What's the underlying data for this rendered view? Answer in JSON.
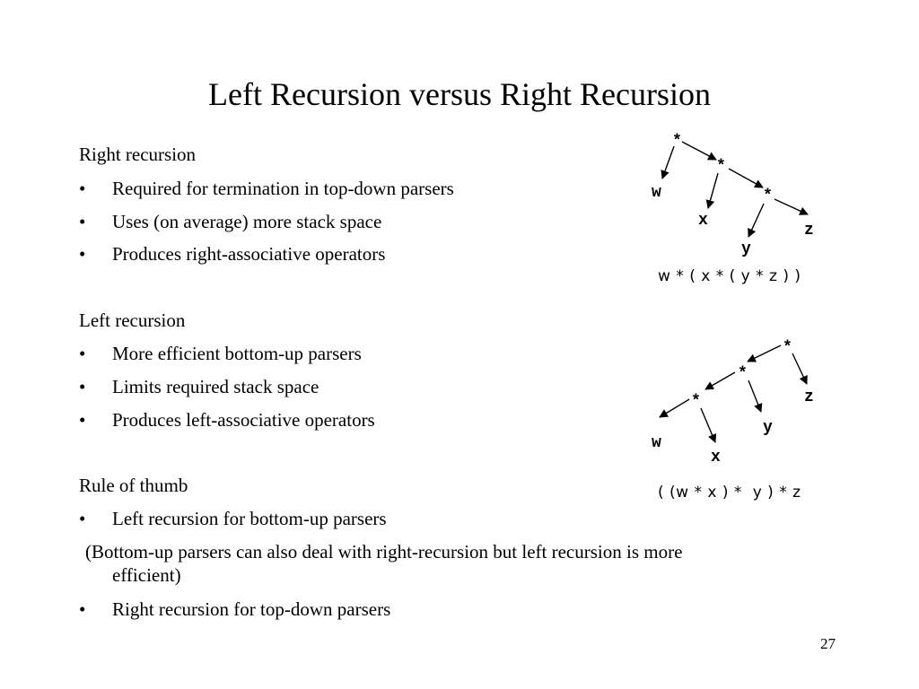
{
  "slide": {
    "title": "Left Recursion versus Right Recursion",
    "page_number": "27"
  },
  "right_recursion": {
    "heading": "Right recursion",
    "bullets": [
      "Required for termination in top-down parsers",
      "Uses (on average) more stack space",
      "Produces right-associative operators"
    ]
  },
  "left_recursion": {
    "heading": "Left recursion",
    "bullets": [
      "More efficient bottom-up parsers",
      "Limits required stack space",
      "Produces left-associative operators"
    ]
  },
  "rule_of_thumb": {
    "heading": "Rule of thumb",
    "bullet_1": "Left recursion for bottom-up parsers",
    "note": "(Bottom-up parsers can also deal with right-recursion but left recursion is more",
    "note_cont": "efficient)",
    "bullet_2": "Right recursion for top-down parsers"
  },
  "bullet_symbol": "•",
  "right_tree": {
    "op": "*",
    "leaves": [
      "w",
      "x",
      "y",
      "z"
    ],
    "expression": "w * ( x * ( y * z ) )"
  },
  "left_tree": {
    "op": "*",
    "leaves": [
      "w",
      "x",
      "y",
      "z"
    ],
    "expression": "( (w * x ) *  y ) * z"
  }
}
